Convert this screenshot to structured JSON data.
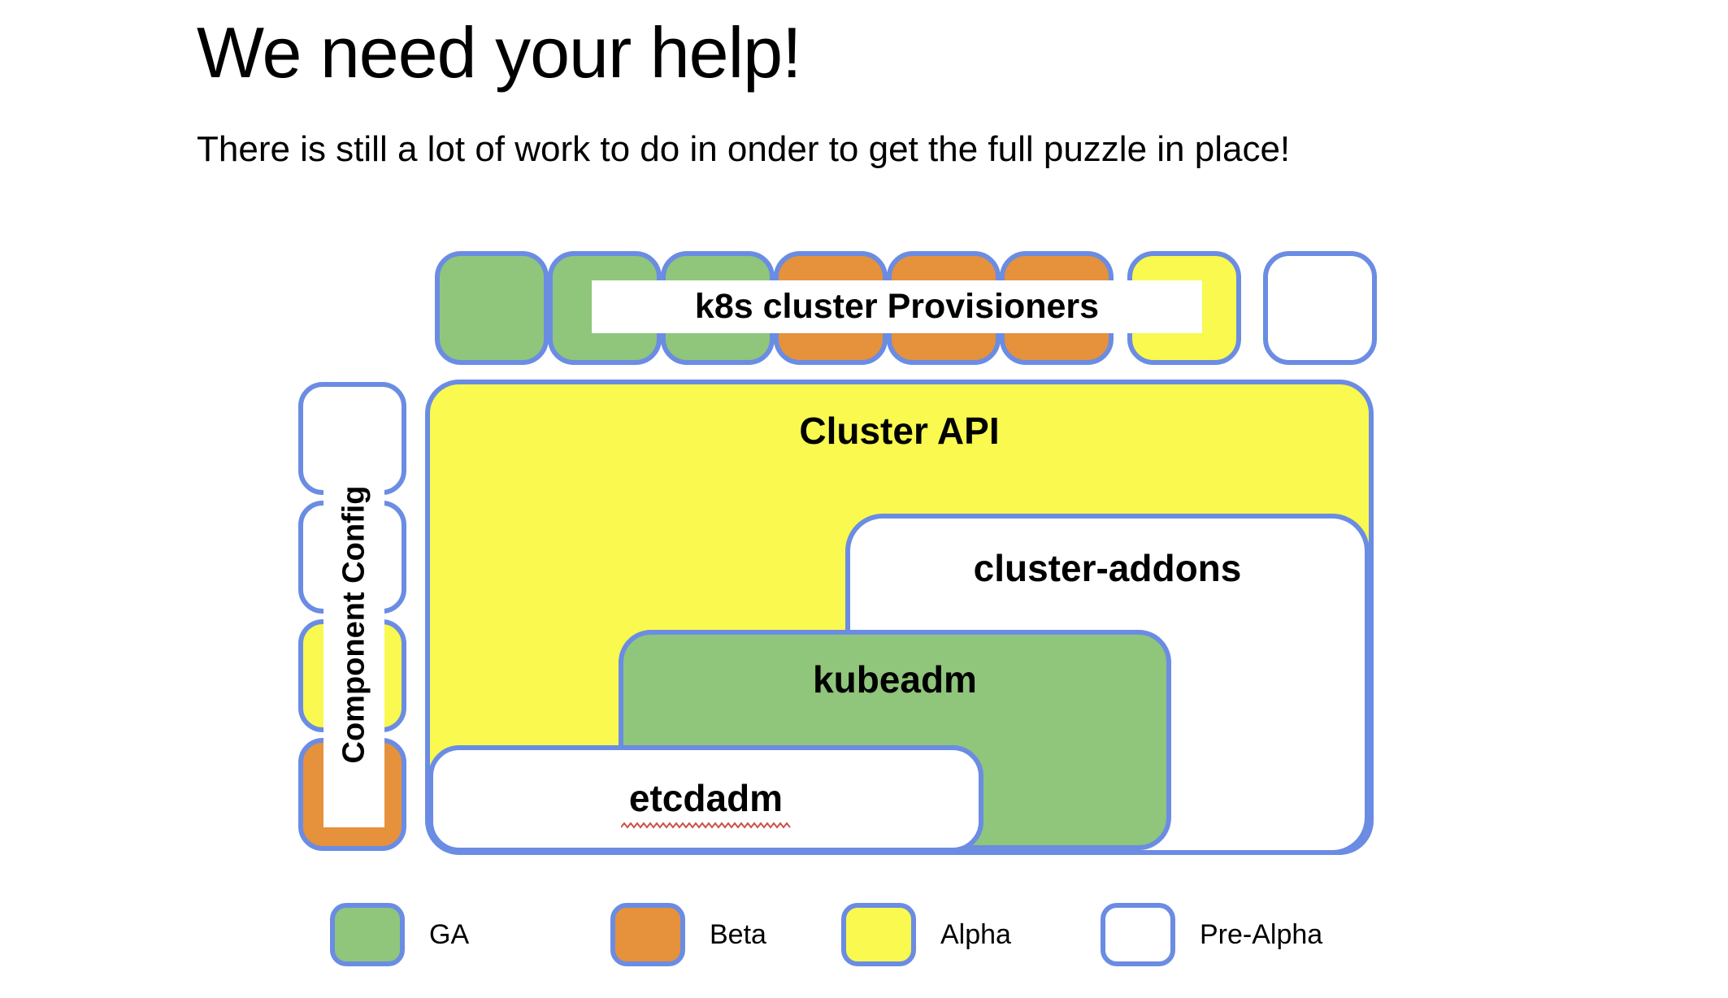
{
  "title": "We need your help!",
  "subtitle": "There is still a lot of work to do in onder to get the full puzzle in place!",
  "status_colors": {
    "ga": "#90C57C",
    "beta": "#E6913C",
    "alpha": "#F9F94F",
    "pre_alpha": "#FFFFFF",
    "border_blue": "#6B8CE3",
    "squiggle_red": "#C9544C"
  },
  "provisioners": {
    "label": "k8s cluster Provisioners",
    "squares": [
      "ga",
      "ga",
      "ga",
      "beta",
      "beta",
      "beta",
      "alpha",
      "pre_alpha"
    ]
  },
  "component_config": {
    "label": "Component Config",
    "squares": [
      "pre_alpha",
      "pre_alpha",
      "alpha",
      "beta"
    ]
  },
  "boxes": {
    "cluster_api": {
      "label": "Cluster API",
      "status": "alpha"
    },
    "cluster_addons": {
      "label": "cluster-addons",
      "status": "pre_alpha"
    },
    "kubeadm": {
      "label": "kubeadm",
      "status": "ga"
    },
    "etcdadm": {
      "label": "etcdadm",
      "status": "pre_alpha"
    }
  },
  "legend": [
    {
      "label": "GA",
      "status": "ga"
    },
    {
      "label": "Beta",
      "status": "beta"
    },
    {
      "label": "Alpha",
      "status": "alpha"
    },
    {
      "label": "Pre-Alpha",
      "status": "pre_alpha"
    }
  ]
}
